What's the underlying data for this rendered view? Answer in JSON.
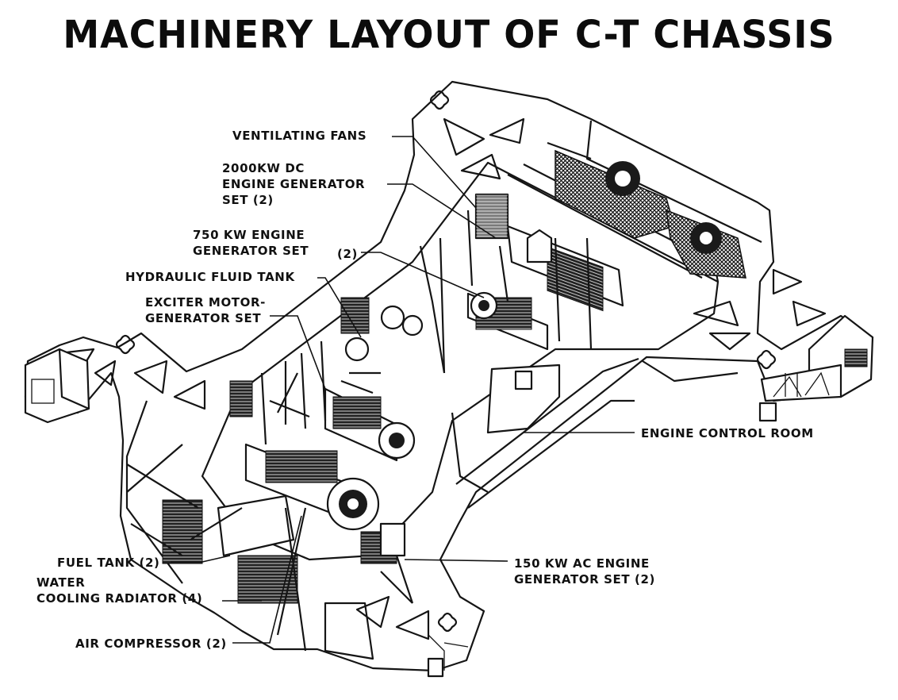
{
  "title": "MACHINERY LAYOUT OF C-T CHASSIS",
  "labels": {
    "ventilating_fans": "VENTILATING FANS",
    "dc_generator": "2000KW DC\nENGINE GENERATOR\nSET (2)",
    "kw750_a": "750 KW ENGINE\nGENERATOR SET",
    "kw750_b": "(2)",
    "hydraulic_tank": "HYDRAULIC FLUID TANK",
    "exciter": "EXCITER MOTOR-\nGENERATOR SET",
    "engine_control_room": "ENGINE CONTROL ROOM",
    "fuel_tank": "FUEL TANK (2)",
    "water_radiator": "WATER\nCOOLING RADIATOR (4)",
    "air_compressor": "AIR COMPRESSOR (2)",
    "ac_generator": "150 KW AC ENGINE\nGENERATOR SET (2)"
  },
  "colors": {
    "ink": "#151515",
    "paper": "#ffffff"
  }
}
